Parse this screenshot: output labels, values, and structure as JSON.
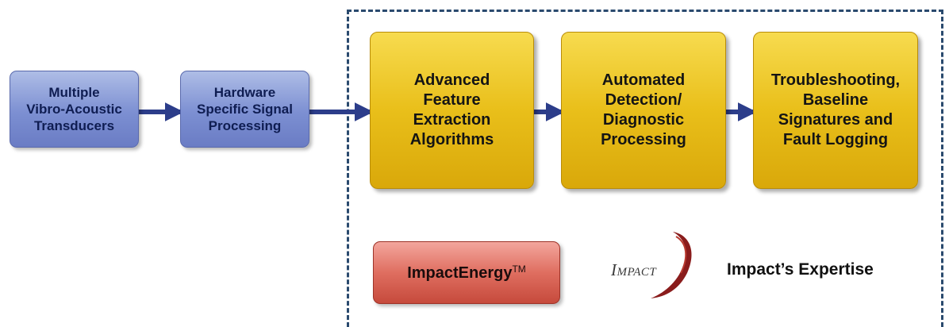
{
  "blocks": {
    "transducers": [
      "Multiple",
      "Vibro-Acoustic",
      "Transducers"
    ],
    "hardware": [
      "Hardware",
      "Specific Signal",
      "Processing"
    ],
    "feature": [
      "Advanced",
      "Feature",
      "Extraction",
      "Algorithms"
    ],
    "detection": [
      "Automated",
      "Detection/",
      "Diagnostic",
      "Processing"
    ],
    "troubleshooting": [
      "Troubleshooting,",
      "Baseline",
      "Signatures and",
      "Fault Logging"
    ]
  },
  "legend": {
    "impact_energy": "ImpactEnergy",
    "trademark": "TM",
    "logo_text_first": "I",
    "logo_text_rest": "MPACT",
    "expertise": "Impact’s Expertise"
  },
  "colors": {
    "blue_block": "#7c8fd2",
    "gold_block": "#e9bf1a",
    "red_block": "#df6e60",
    "arrow": "#2c3d8a",
    "frame": "#2a4a6e"
  }
}
